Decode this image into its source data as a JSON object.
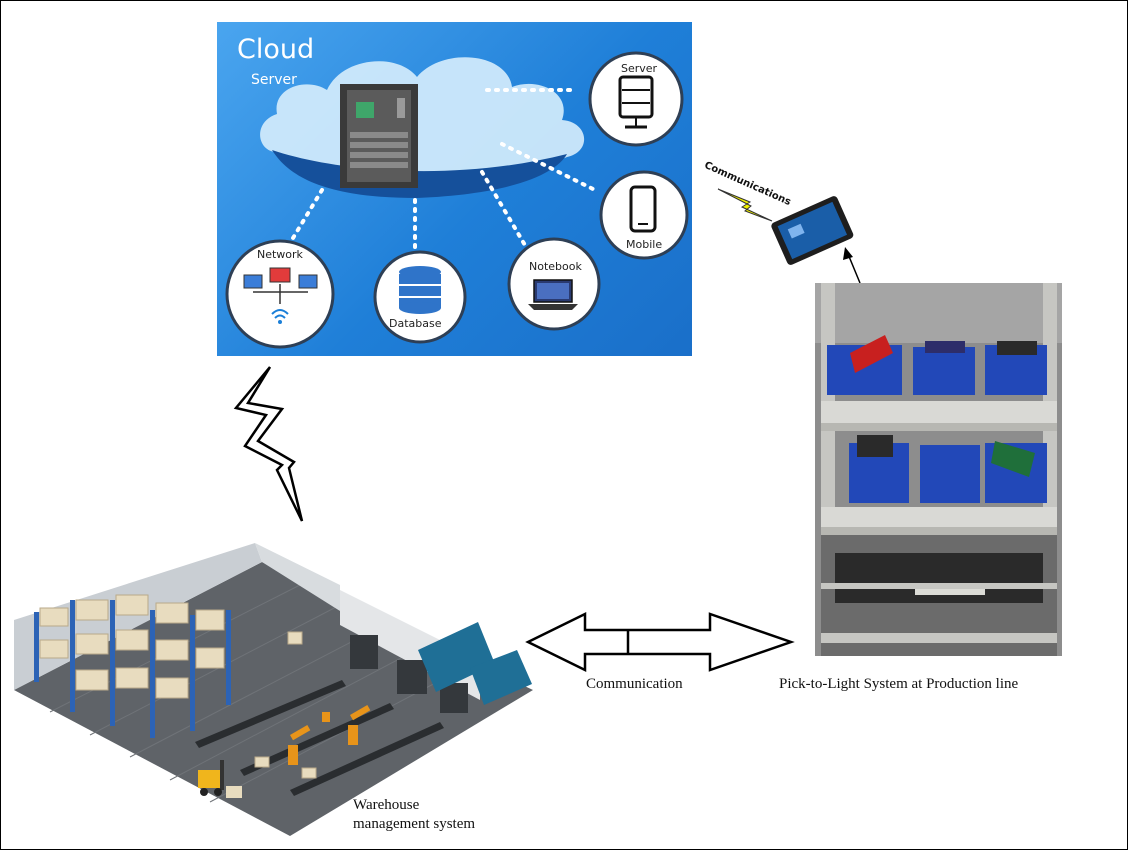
{
  "cloud": {
    "title": "Cloud",
    "subtitle": "Server",
    "nodes": {
      "server": "Server",
      "mobile": "Mobile",
      "network": "Network",
      "database": "Database",
      "notebook": "Notebook"
    }
  },
  "links": {
    "tablet_communications": "Communications",
    "center_communication": "Communication"
  },
  "captions": {
    "pick_to_light": "Pick-to-Light System at Production line",
    "wms_line1": "Warehouse",
    "wms_line2": "management system"
  },
  "colors": {
    "cloud_bg": "#2a8ae3",
    "bin_blue": "#2248b8",
    "lightning_fill": "#f0f000"
  }
}
